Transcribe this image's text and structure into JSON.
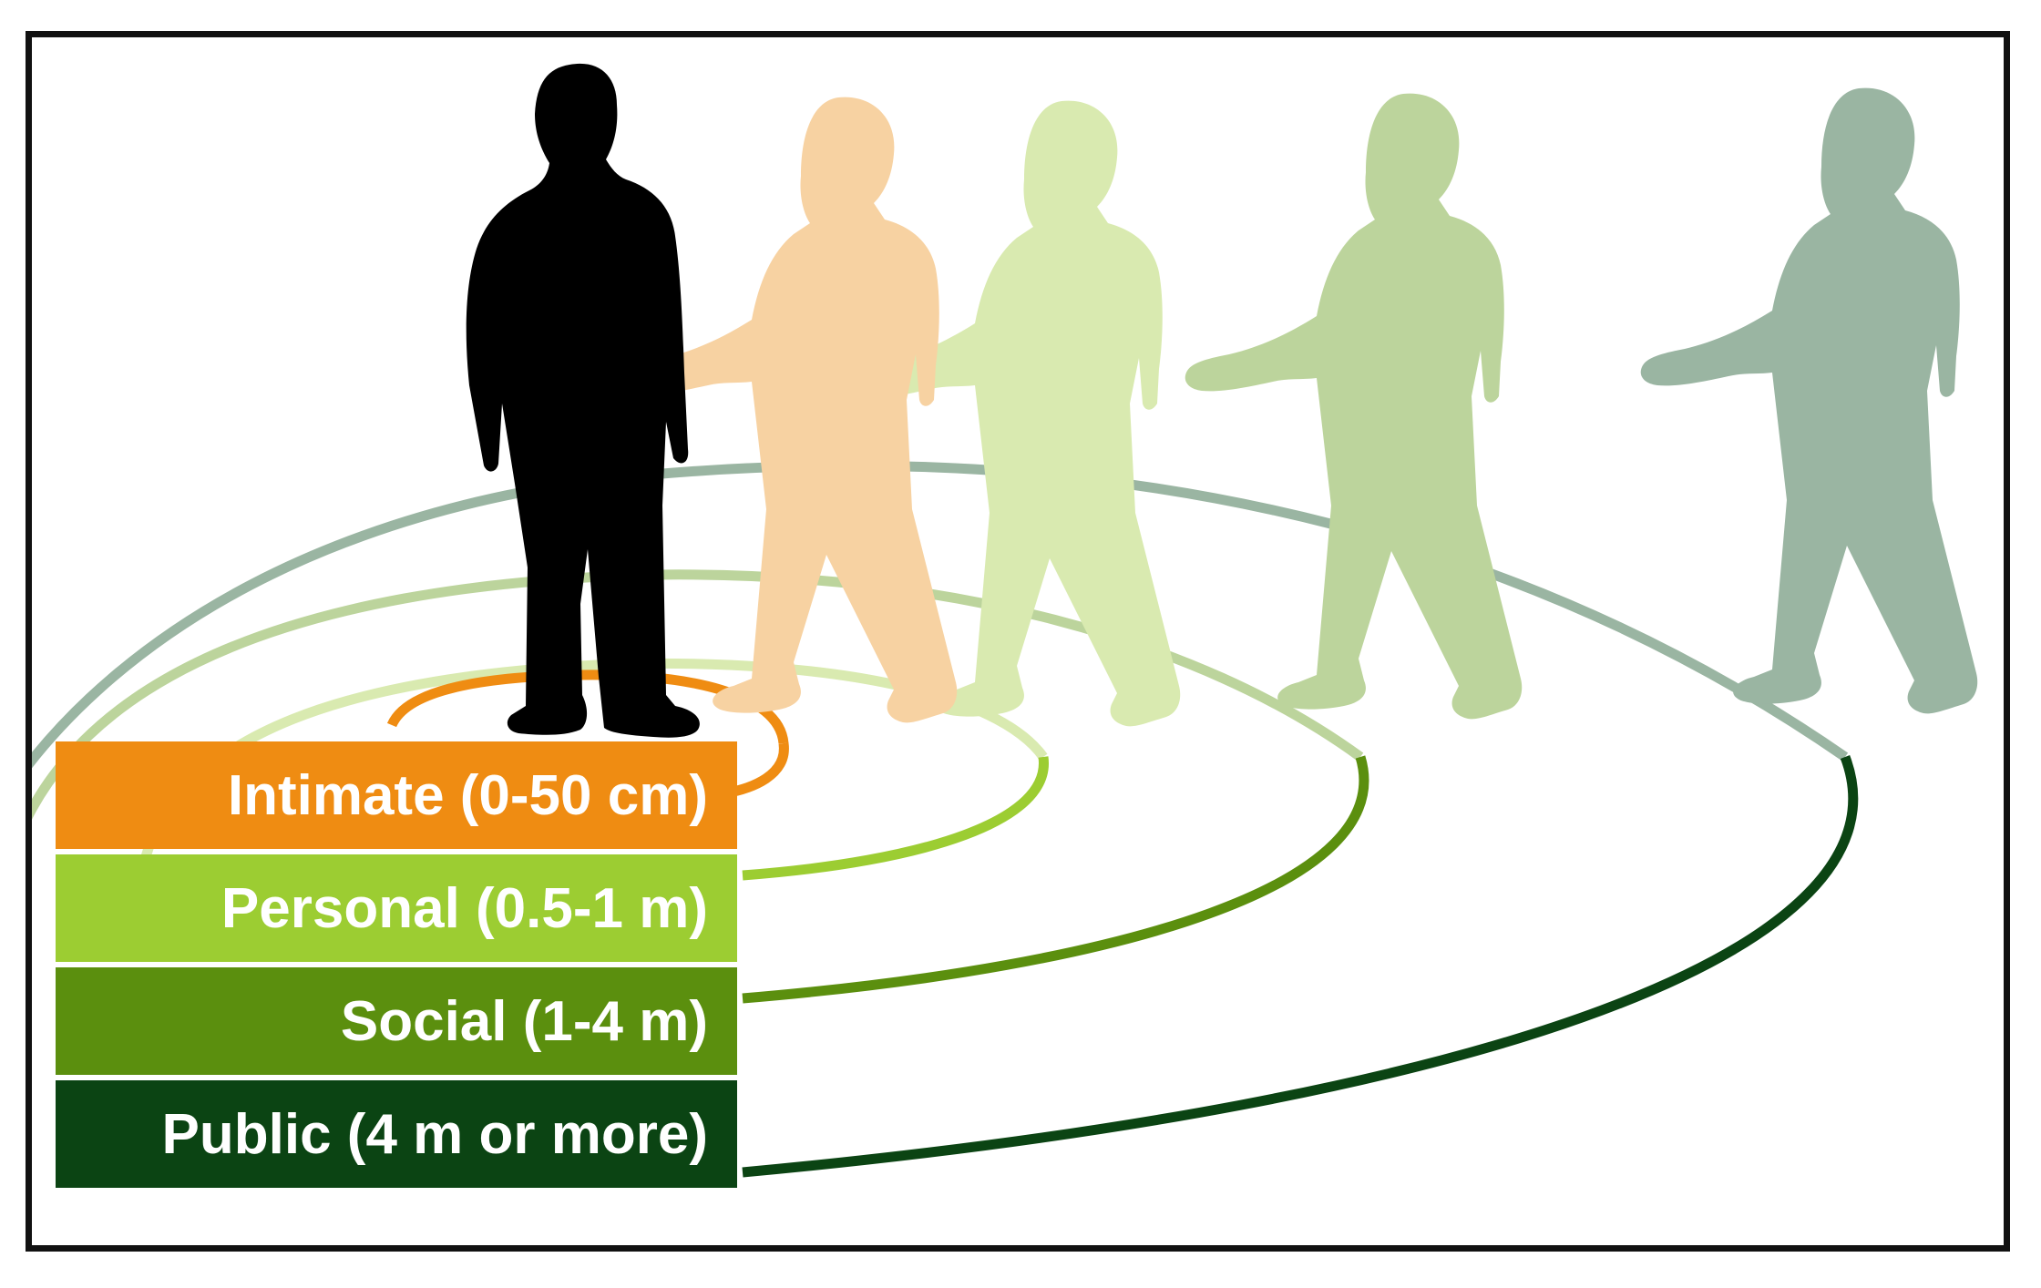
{
  "zones": [
    {
      "label": "Intimate (0-50 cm)",
      "color": "#ef8c12"
    },
    {
      "label": "Personal (0.5-1 m)",
      "color": "#9ccd32"
    },
    {
      "label": "Social (1-4 m)",
      "color": "#5b8f0e"
    },
    {
      "label": "Public (4 m or more)",
      "color": "#0b4413"
    }
  ],
  "figures": [
    {
      "name": "standing-person",
      "color": "#000000"
    },
    {
      "name": "intimate-walker",
      "color": "#f7d2a2"
    },
    {
      "name": "personal-walker",
      "color": "#d9eab0"
    },
    {
      "name": "social-walker",
      "color": "#bcd49c"
    },
    {
      "name": "public-walker",
      "color": "#9ab5a2"
    }
  ],
  "ring_back_colors": {
    "intimate": "#ef8c12",
    "personal": "#d9eab0",
    "social": "#bcd49c",
    "public": "#9ab5a2"
  }
}
